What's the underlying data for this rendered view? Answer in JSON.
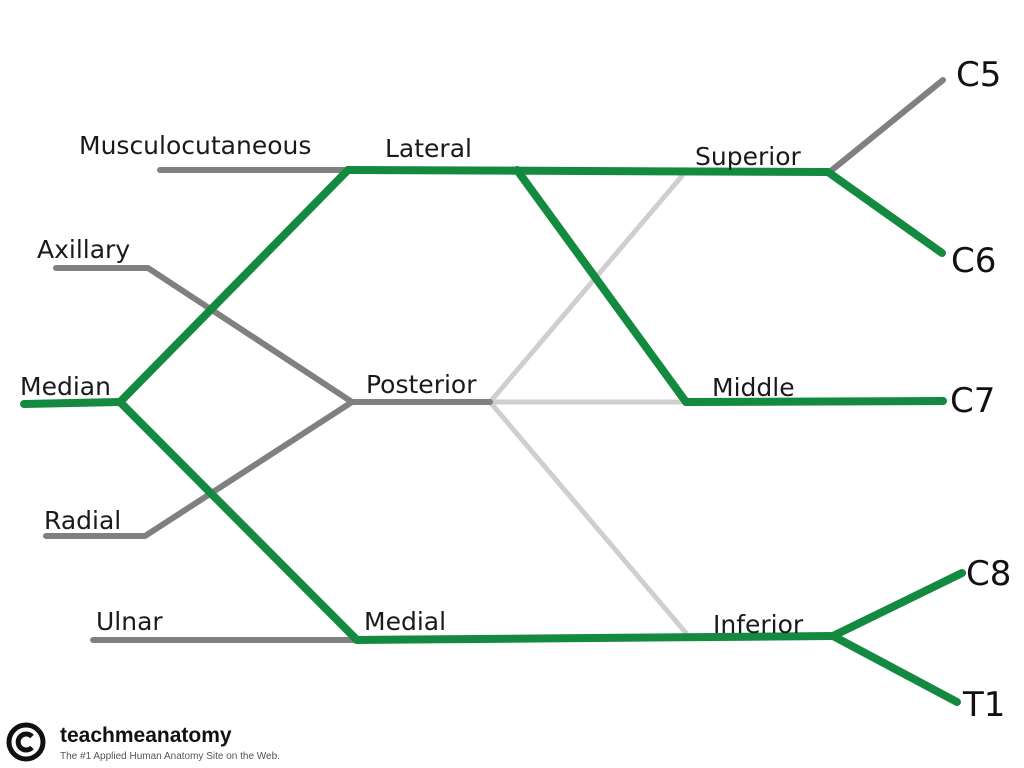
{
  "diagram": {
    "branches": {
      "musculocutaneous": "Musculocutaneous",
      "axillary": "Axillary",
      "median": "Median",
      "radial": "Radial",
      "ulnar": "Ulnar"
    },
    "cords": {
      "lateral": "Lateral",
      "posterior": "Posterior",
      "medial": "Medial"
    },
    "trunks": {
      "superior": "Superior",
      "middle": "Middle",
      "inferior": "Inferior"
    },
    "roots": {
      "c5": "C5",
      "c6": "C6",
      "c7": "C7",
      "c8": "C8",
      "t1": "T1"
    }
  },
  "colors": {
    "highlight": "#138a3f",
    "branch": "#808080",
    "faded": "#cfcfcf",
    "text": "#1a1a1a"
  },
  "brand": {
    "name": "teachmeanatomy",
    "tagline": "The #1 Applied Human Anatomy Site on the Web."
  },
  "icons": {
    "copyright": "copyright-icon"
  }
}
